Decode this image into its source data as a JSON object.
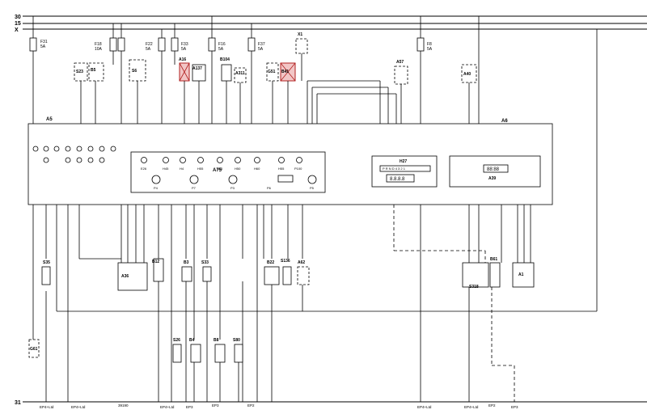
{
  "rails": {
    "top": [
      "30",
      "15",
      "X"
    ],
    "bottom": "31"
  },
  "fuses": [
    {
      "id": "F31",
      "rating": "5A"
    },
    {
      "id": "F18",
      "rating": "10A"
    },
    {
      "id": "F22",
      "rating": "5A"
    },
    {
      "id": "F33",
      "rating": "5A"
    },
    {
      "id": "F16",
      "rating": "5A"
    },
    {
      "id": "F37",
      "rating": "5A"
    },
    {
      "id": "F8",
      "rating": "5A"
    }
  ],
  "components": {
    "top": [
      "S23",
      "B5",
      "S6",
      "A16",
      "A137",
      "B104",
      "A311",
      "G51",
      "B41",
      "X1",
      "A57",
      "A40"
    ],
    "modules": [
      "A5",
      "A6",
      "A75",
      "H27",
      "A39"
    ],
    "bottom": [
      "S35",
      "A36",
      "B12",
      "B3",
      "S33",
      "B4",
      "B22",
      "A62",
      "S136",
      "S318",
      "B61",
      "A1",
      "S26",
      "B8",
      "S80",
      "G61"
    ]
  },
  "a75_indicators": [
    "E26",
    "H45",
    "H4",
    "H55",
    "H56",
    "H50",
    "H60",
    "H55",
    "P100"
  ],
  "a75_gauges": [
    "P4",
    "P7",
    "P3",
    "P6",
    "P5"
  ],
  "h27_display": [
    "P R N D 4 3 2 1",
    "8.8.8.8"
  ],
  "a39_display": "88:88",
  "ground_labels": [
    "EP4+Ltd",
    "EP4+Ltd",
    "39190",
    "EP4+Ltd",
    "EP3",
    "EP3",
    "EP2",
    "EP4+Ltd",
    "EP4+Ltd",
    "EP2",
    "EP3"
  ]
}
